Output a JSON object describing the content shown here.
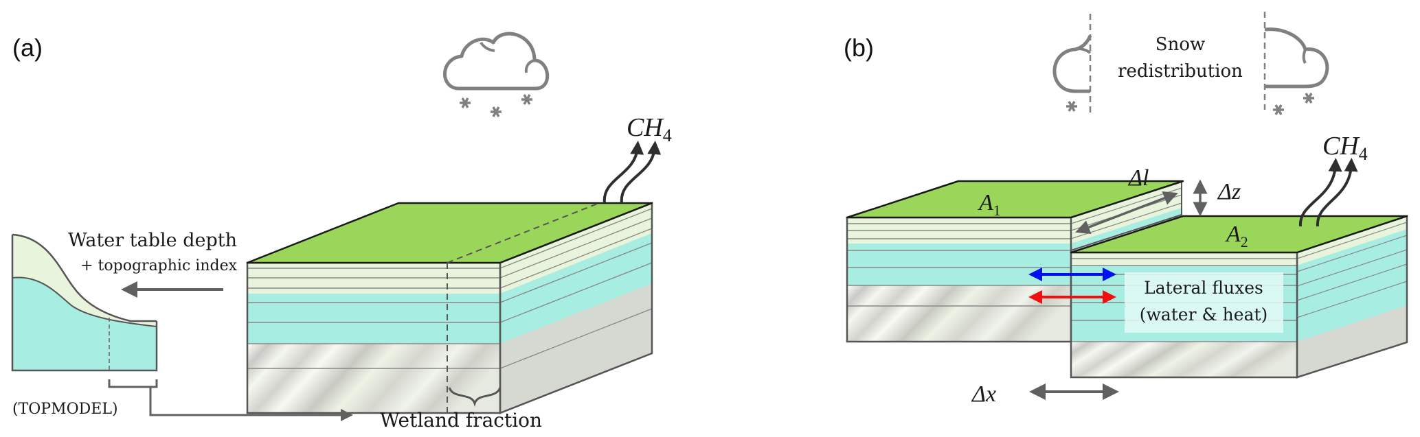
{
  "panels": {
    "a": {
      "label": "(a)",
      "methane_label": "CH",
      "methane_subscript": "4",
      "inset_label_line1": "Water table depth",
      "inset_label_line2": "+ topographic index",
      "topmodel_label": "(TOPMODEL)",
      "wetland_label": "Wetland fraction"
    },
    "b": {
      "label": "(b)",
      "snow_line1": "Snow",
      "snow_line2": "redistribution",
      "delta_l": "Δl",
      "delta_z": "Δz",
      "delta_x": "Δx",
      "tile1_label": "A",
      "tile1_subscript": "1",
      "tile2_label": "A",
      "tile2_subscript": "2",
      "methane_label": "CH",
      "methane_subscript": "4",
      "fluxes_line1": "Lateral fluxes",
      "fluxes_line2": "(water & heat)"
    }
  },
  "icons": {
    "cloud": "snow-cloud-icon",
    "snowflake": "snowflake-icon"
  },
  "colors": {
    "grass": "#9ad65a",
    "unsaturated": "#e8f5dc",
    "saturated": "#a8ede2",
    "bedrock_side": "#d6d8d2",
    "outline": "#555555",
    "icon_gray": "#808080",
    "water_flux": "#0010f0",
    "heat_flux": "#f01010",
    "arrow_gray": "#606060",
    "methane_arrow": "#2e2e2e"
  },
  "legend": {
    "water_flux_arrow": "water",
    "heat_flux_arrow": "heat"
  }
}
